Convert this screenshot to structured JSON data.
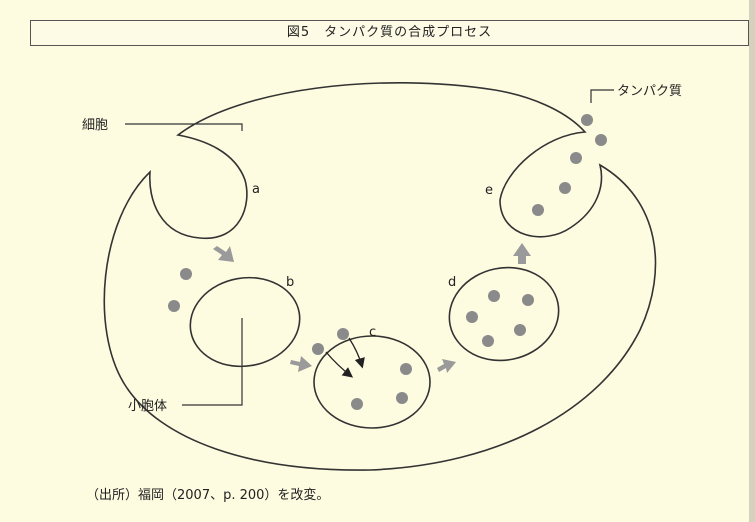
{
  "figure": {
    "title": "図5　タンパク質の合成プロセス",
    "source": "（出所）福岡（2007、p. 200）を改変。"
  },
  "labels": {
    "cell": "細胞",
    "vesicle": "小胞体",
    "protein": "タンパク質",
    "stage_a": "a",
    "stage_b": "b",
    "stage_c": "c",
    "stage_d": "d",
    "stage_e": "e"
  },
  "colors": {
    "line": "#333333",
    "dot": "#8a8a8a",
    "arrow": "#9a9a9a",
    "background": "#fdfbe0"
  }
}
